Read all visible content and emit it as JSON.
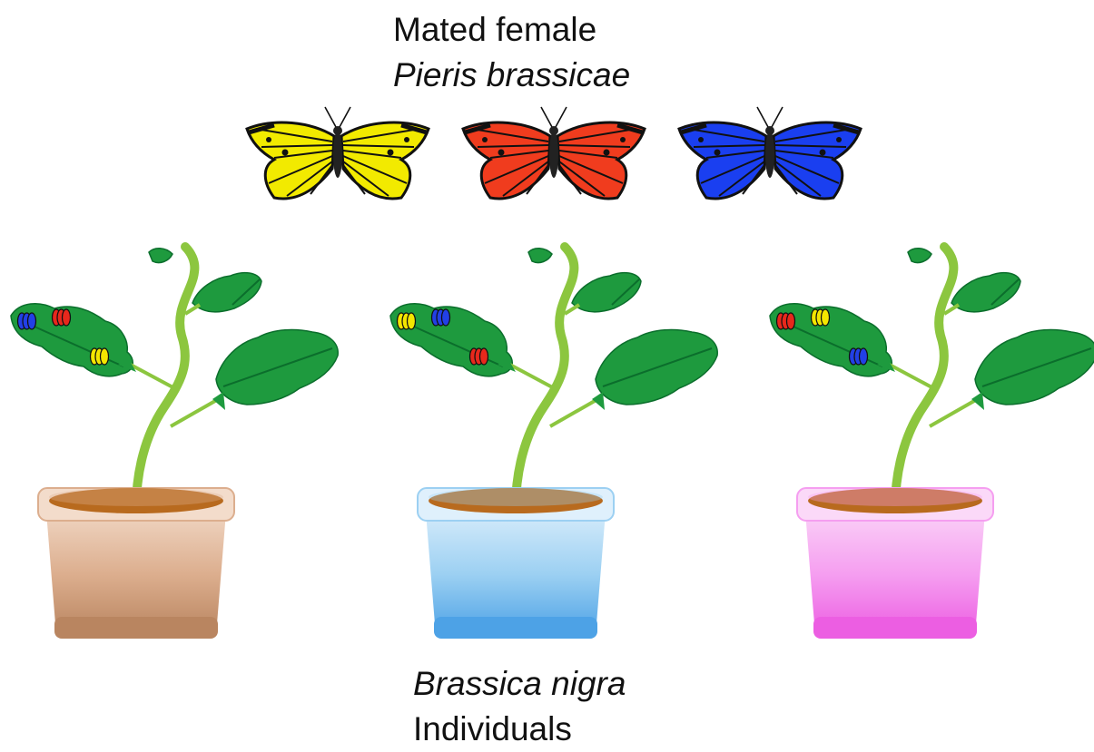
{
  "title": {
    "line1": "Mated female",
    "line2": "Pieris brassicae"
  },
  "caption": {
    "line1": "Brassica nigra",
    "line2": "Individuals"
  },
  "butterflies": [
    {
      "color": "#f2ea00"
    },
    {
      "color": "#f03c1e"
    },
    {
      "color": "#1a3ff0"
    }
  ],
  "plants": [
    {
      "pot": {
        "light": "#f3dccb",
        "mid": "#dcae8e",
        "dark": "#b98560"
      },
      "egg_clusters": [
        {
          "color": "#2240e6",
          "count": 3
        },
        {
          "color": "#e8281c",
          "count": 3
        },
        {
          "color": "#f4e600",
          "count": 3
        }
      ]
    },
    {
      "pot": {
        "light": "#dff0fc",
        "mid": "#9cd0f2",
        "dark": "#4da2e6"
      },
      "egg_clusters": [
        {
          "color": "#f4e600",
          "count": 3
        },
        {
          "color": "#2240e6",
          "count": 3
        },
        {
          "color": "#e8281c",
          "count": 3
        }
      ]
    },
    {
      "pot": {
        "light": "#fbd9f8",
        "mid": "#f59ef0",
        "dark": "#ec5ee2"
      },
      "egg_clusters": [
        {
          "color": "#e8281c",
          "count": 3
        },
        {
          "color": "#f4e600",
          "count": 3
        },
        {
          "color": "#2240e6",
          "count": 3
        }
      ]
    }
  ]
}
